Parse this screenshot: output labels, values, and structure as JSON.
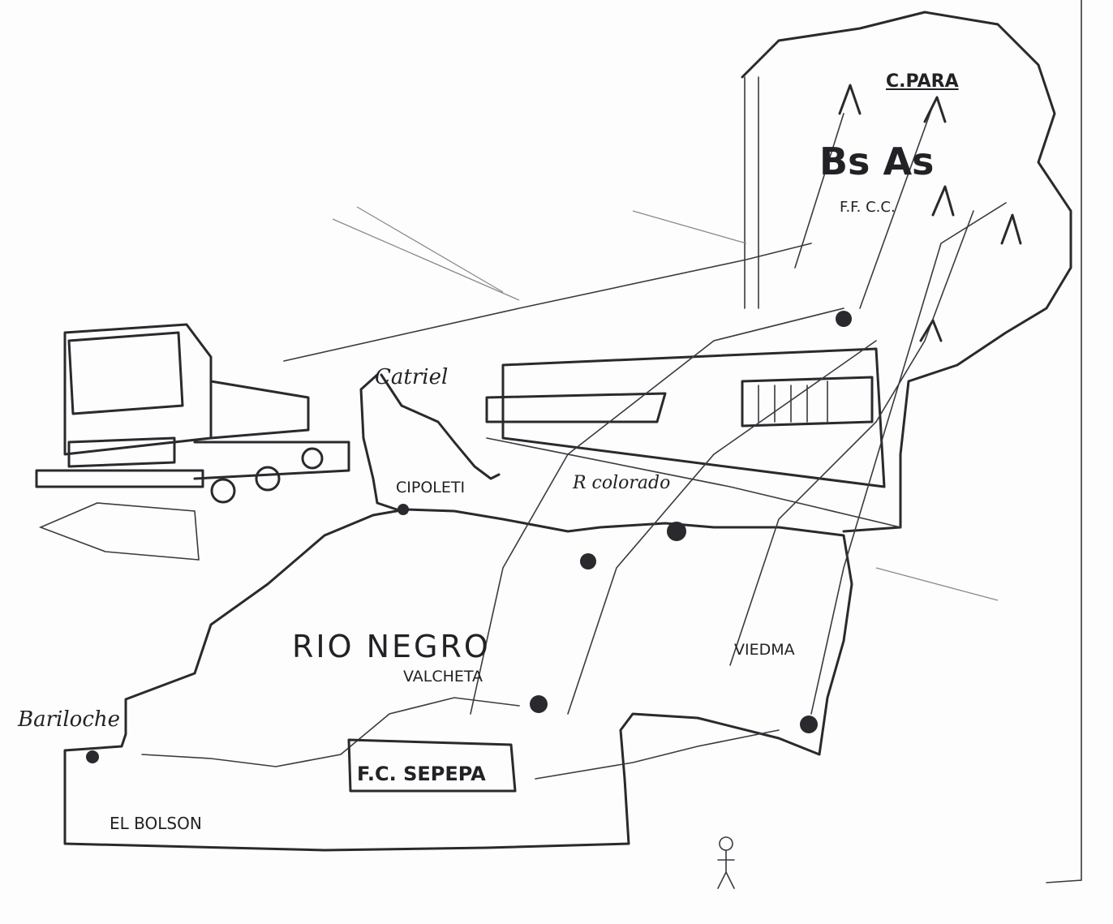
{
  "labels": {
    "capital_region": "C.PARA",
    "buenos_aires": "Bs As",
    "ff_cc": "F.F. C.C.",
    "catriel": "Catriel",
    "cipoletti": "CIPOLETI",
    "rio_colorado": "R colorado",
    "province": "RIO NEGRO",
    "valcheta": "VALCHETA",
    "viedma": "VIEDMA",
    "railway_box": "F.C. SEPEPA",
    "bariloche": "Bariloche",
    "el_bolson": "EL BOLSON"
  },
  "colors": {
    "ink": "#2a2a2e",
    "paper": "#fdfdfd"
  }
}
